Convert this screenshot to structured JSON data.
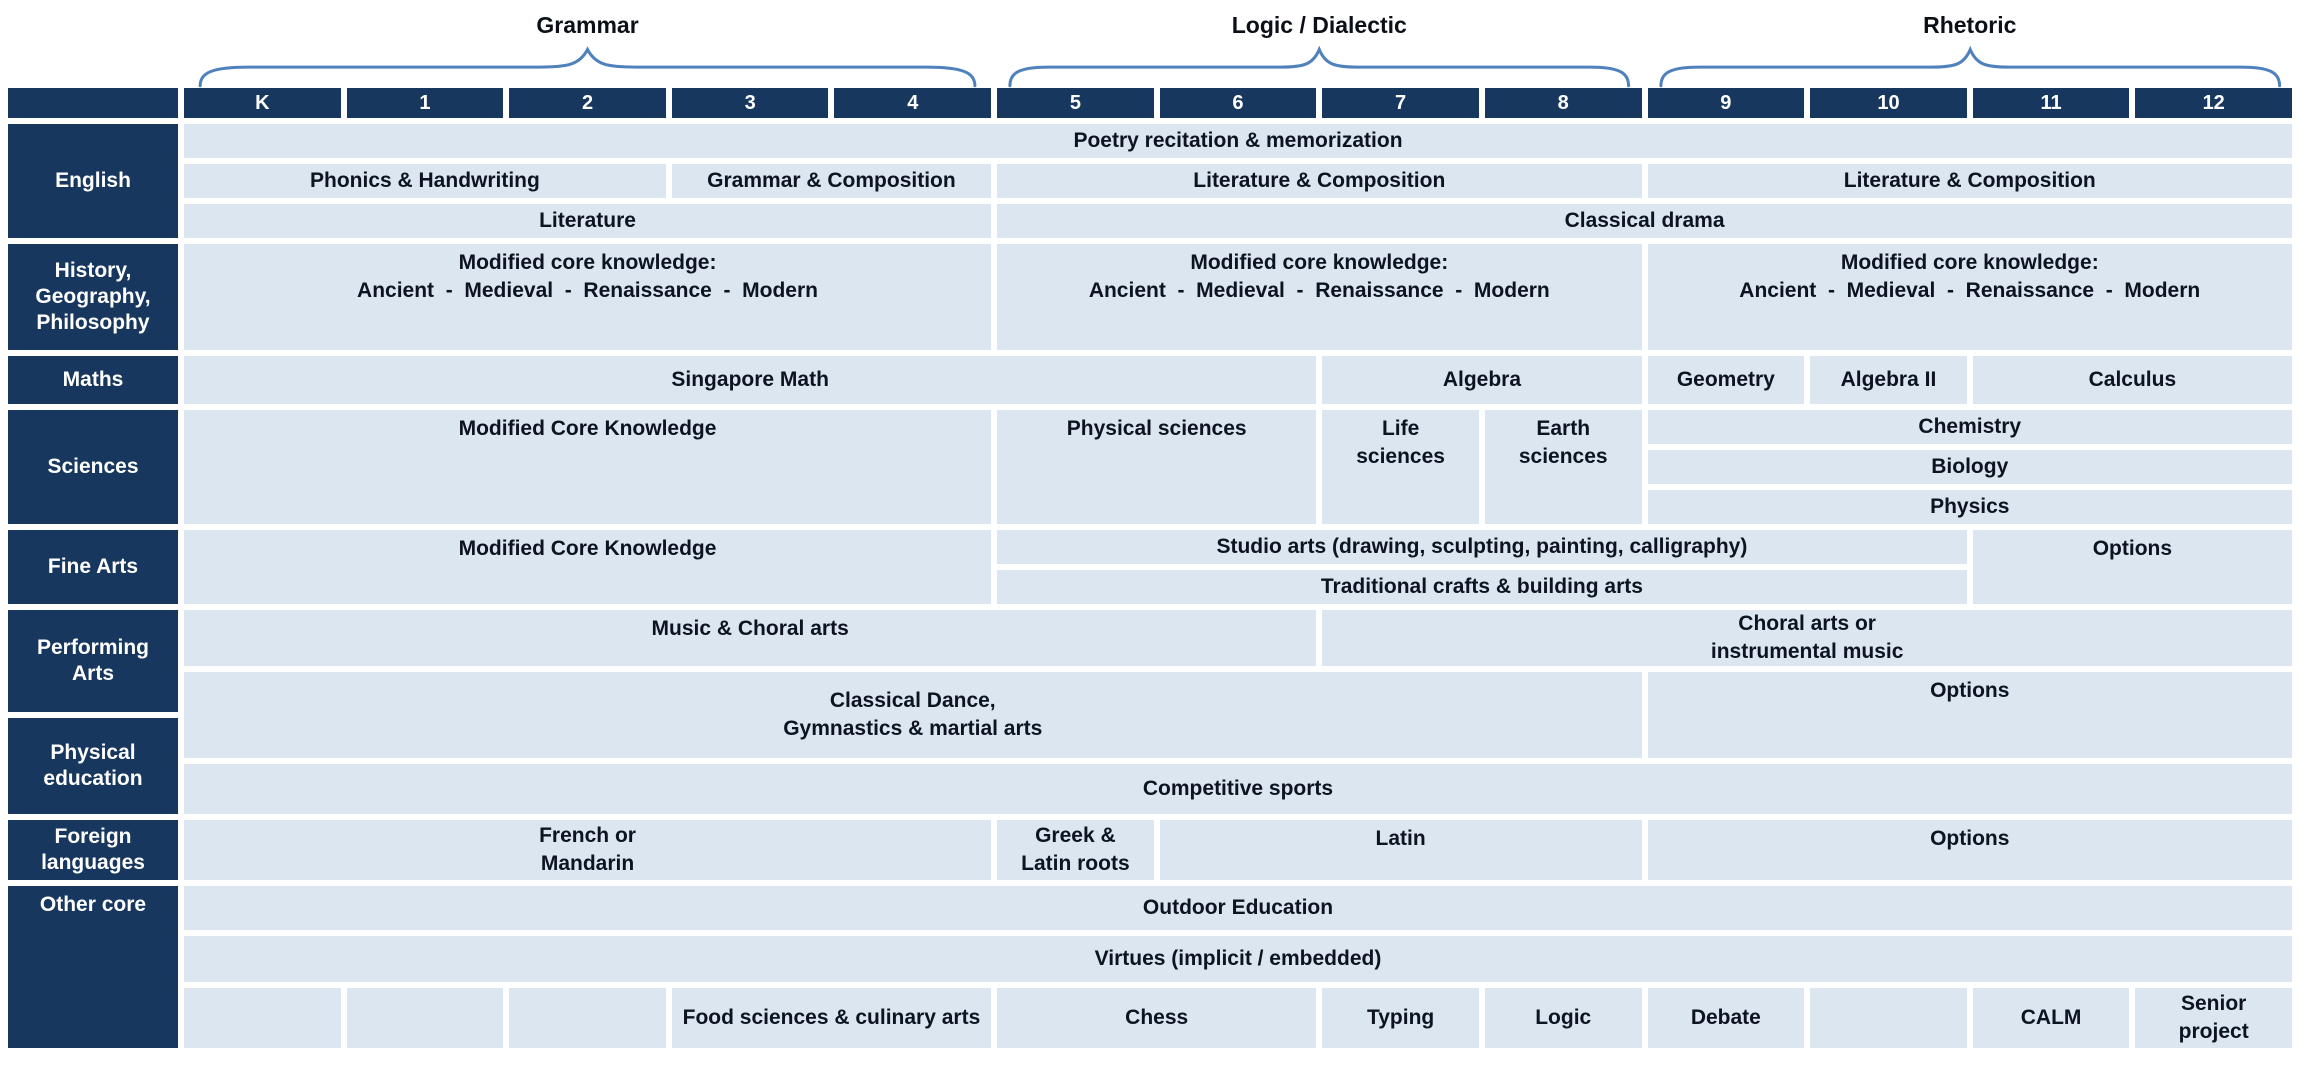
{
  "palette": {
    "navy": "#17375e",
    "cell_blue": "#dce6f1",
    "brace_blue": "#4f81bd"
  },
  "stages": {
    "grammar": "Grammar",
    "logic": "Logic / Dialectic",
    "rhetoric": "Rhetoric"
  },
  "grades": [
    "K",
    "1",
    "2",
    "3",
    "4",
    "5",
    "6",
    "7",
    "8",
    "9",
    "10",
    "11",
    "12"
  ],
  "sections": {
    "english": {
      "label": "English",
      "poetry": "Poetry recitation & memorization",
      "phonics": "Phonics & Handwriting",
      "grammar_composition": "Grammar & Composition",
      "literature_composition_logic": "Literature & Composition",
      "literature_composition_rhetoric": "Literature & Composition",
      "literature": "Literature",
      "classical_drama": "Classical drama"
    },
    "history": {
      "label": "History,\nGeography,\nPhilosophy",
      "grammar": "Modified core knowledge:\nAncient  -  Medieval  -  Renaissance  -  Modern",
      "logic": "Modified core knowledge:\nAncient  -  Medieval  -  Renaissance  -  Modern",
      "rhetoric": "Modified core knowledge:\nAncient  -  Medieval  -  Renaissance  -  Modern"
    },
    "maths": {
      "label": "Maths",
      "singapore": "Singapore Math",
      "algebra": "Algebra",
      "geometry": "Geometry",
      "algebra2": "Algebra II",
      "calculus": "Calculus"
    },
    "sciences": {
      "label": "Sciences",
      "core": "Modified Core Knowledge",
      "physical": "Physical sciences",
      "life": "Life\nsciences",
      "earth": "Earth\nsciences",
      "chemistry": "Chemistry",
      "biology": "Biology",
      "physics": "Physics"
    },
    "fine_arts": {
      "label": "Fine Arts",
      "core": "Modified Core Knowledge",
      "studio": "Studio arts (drawing, sculpting, painting, calligraphy)",
      "crafts": "Traditional crafts & building arts",
      "options": "Options"
    },
    "performing": {
      "label": "Performing\nArts",
      "music": "Music & Choral arts",
      "choral": "Choral arts or\ninstrumental music",
      "dance": "Classical Dance,\nGymnastics & martial arts",
      "options": "Options"
    },
    "physical_ed": {
      "label": "Physical\neducation",
      "sports": "Competitive sports"
    },
    "foreign": {
      "label": "Foreign\nlanguages",
      "french_mandarin": "French or\nMandarin",
      "greek_latin": "Greek &\nLatin roots",
      "latin": "Latin",
      "options": "Options"
    },
    "other": {
      "label": "Other core",
      "outdoor": "Outdoor Education",
      "virtues": "Virtues (implicit / embedded)",
      "food": "Food sciences & culinary arts",
      "chess": "Chess",
      "typing": "Typing",
      "logic": "Logic",
      "debate": "Debate",
      "calm": "CALM",
      "senior": "Senior\nproject"
    }
  }
}
